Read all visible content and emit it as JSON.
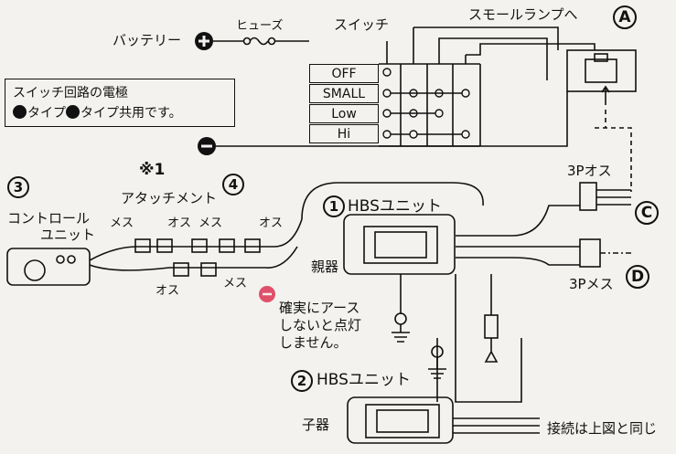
{
  "labels": {
    "battery": "バッテリー",
    "fuse": "ヒューズ",
    "switch": "スイッチ",
    "to_small_lamp": "スモールランプへ",
    "note_line1": "スイッチ回路の電極",
    "note_line2_a": "タイプ",
    "note_line2_b": "タイプ共用です。",
    "unit1": "HBSユニット",
    "unit2": "HBSユニット",
    "parent": "親器",
    "child": "子器",
    "control_line1": "コントロール",
    "control_line2": "ユニット",
    "attachment": "アタッチメント",
    "note_mark": "※1",
    "male": "オス",
    "female": "メス",
    "male3p": "3Pオス",
    "female3p": "3Pメス",
    "ground_line1": "確実にアース",
    "ground_line2": "しないと点灯",
    "ground_line3": "しません。",
    "connection_same": "接続は上図と同じ"
  },
  "markers": {
    "A": "A",
    "C": "C",
    "D": "D",
    "n1": "1",
    "n2": "2",
    "n3": "3",
    "n4": "4"
  },
  "switch_positions": [
    "OFF",
    "SMALL",
    "Low",
    "Hi"
  ],
  "colors": {
    "line": "#111111",
    "ground_warning": "#e0506a",
    "paper": "#f3f2ee"
  }
}
